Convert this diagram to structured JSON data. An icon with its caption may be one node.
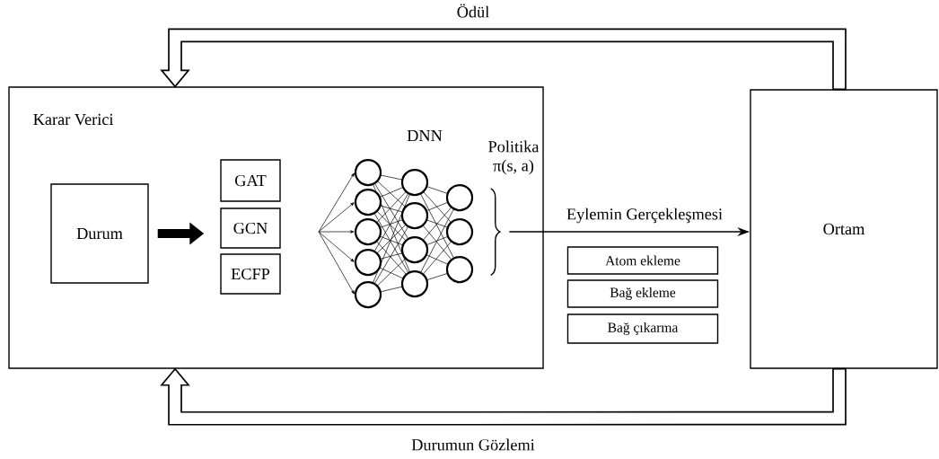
{
  "diagram": {
    "nodes": [
      {
        "text": [
          "Karar Verici"
        ]
      },
      {
        "text": [
          "Durum"
        ],
        "in": 0
      },
      {
        "text": [
          "GAT"
        ],
        "in": 0
      },
      {
        "text": [
          "GCN"
        ],
        "in": 0
      },
      {
        "text": [
          "ECFP"
        ],
        "in": 0
      },
      {
        "text": [
          "Ortam"
        ]
      },
      {
        "text": [
          "Atom ekleme"
        ]
      },
      {
        "text": [
          "Bağ ekleme"
        ]
      },
      {
        "text": [
          "Bağ çıkarma"
        ]
      },
      {
        "text": [],
        "shape": "brace",
        "in": 0
      }
    ],
    "edges": [
      {
        "from": 1,
        "to": 3,
        "arrow": "to",
        "style": "thick"
      },
      {
        "from": 9,
        "to": 5,
        "arrow": "to",
        "label": "Eylemin Gerçekleşmesi"
      },
      {
        "from": 5,
        "to": 0,
        "arrow": "to",
        "label": "Ödül",
        "style": "thick"
      },
      {
        "from": 5,
        "to": 0,
        "arrow": "to",
        "label": "Durumun Gözlemi",
        "style": "thick"
      }
    ],
    "labels": [
      "DNN",
      "Politika",
      "π(s, a)"
    ]
  }
}
